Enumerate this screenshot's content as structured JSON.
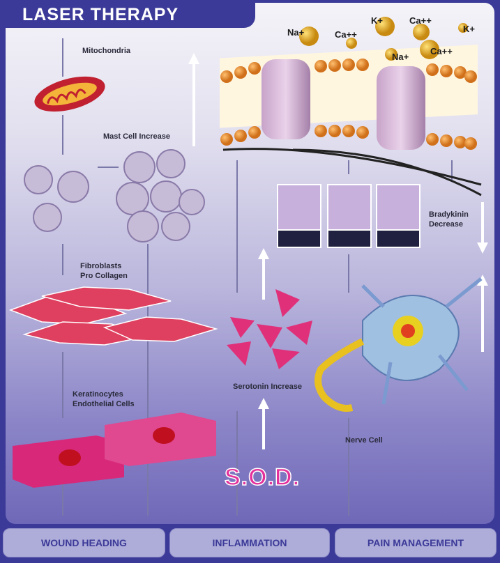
{
  "title": "LASER THERAPY",
  "labels": {
    "mitochondria": "Mitochondria",
    "mast_cell": "Mast Cell Increase",
    "fibroblasts_1": "Fibroblasts",
    "fibroblasts_2": "Pro Collagen",
    "keratinocytes_1": "Keratinocytes",
    "keratinocytes_2": "Endothelial Cells",
    "serotonin": "Serotonin Increase",
    "sod": "S.O.D.",
    "bradykinin_1": "Bradykinin",
    "bradykinin_2": "Decrease",
    "nerve_cell": "Nerve Cell"
  },
  "ions": [
    "Na+",
    "Ca++",
    "K+",
    "Ca++",
    "K+",
    "Na+",
    "Ca++"
  ],
  "categories": [
    "WOUND HEADING",
    "INFLAMMATION",
    "PAIN MANAGEMENT"
  ],
  "colors": {
    "frame": "#3b3a98",
    "sod": "#e4309b",
    "ion": "#e8b020",
    "cell": "#e04060"
  }
}
